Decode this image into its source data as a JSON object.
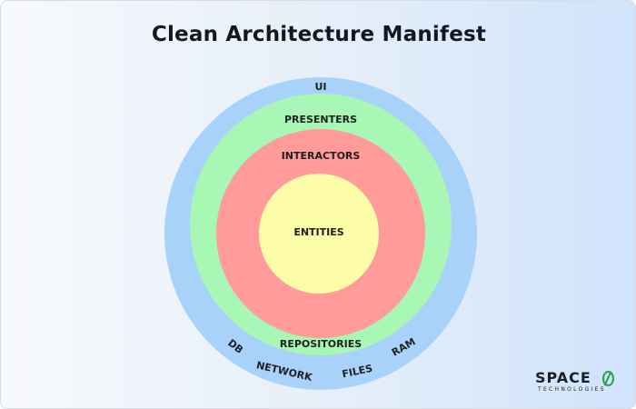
{
  "title": "Clean Architecture Manifest",
  "rings": {
    "outer_label": "UI",
    "second_label": "PRESENTERS",
    "third_label": "INTERACTORS",
    "core_label": "ENTITIES",
    "bottom_labels": {
      "repositories": "REPOSITORIES",
      "db": "DB",
      "network": "NETWORK",
      "files": "FILES",
      "ram": "RAM"
    }
  },
  "colors": {
    "outer": "#a9d2fb",
    "second": "#a8f7b4",
    "third": "#ff9c9a",
    "core": "#fdfca8"
  },
  "logo": {
    "word": "SPACE",
    "subtitle": "TECHNOLOGIES"
  }
}
